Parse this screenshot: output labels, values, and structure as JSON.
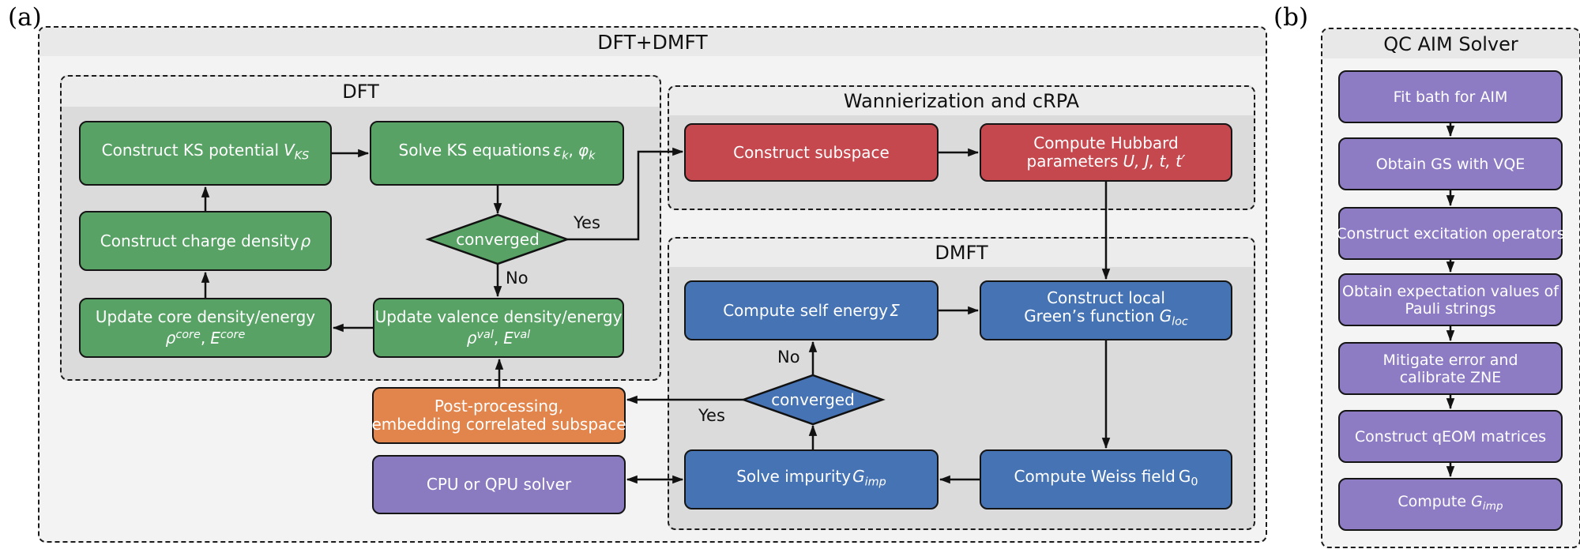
{
  "colors": {
    "green": "#57a264",
    "red": "#c5484f",
    "blue": "#4673b4",
    "orange": "#e2854d",
    "purple_a": "#8a7ac0",
    "purple_b": "#8d7cc4",
    "section_body": "#dbdbdb",
    "section_strip": "#ececec",
    "outer_body": "#f3f3f3",
    "outer_strip": "#e9e9e9"
  },
  "panel_a": {
    "label": "(a)",
    "title": "DFT+DMFT",
    "dft": {
      "title": "DFT",
      "nodes": {
        "construct_ks": {
          "text": "Construct KS potential",
          "sym": "V",
          "sub": "KS"
        },
        "solve_ks": {
          "text": "Solve KS equations",
          "sym1": "ε",
          "sub1": "k",
          "comma": ",",
          "sym2": "φ",
          "sub2": "k"
        },
        "charge_density": {
          "text": "Construct charge density",
          "sym": "ρ"
        },
        "update_core": {
          "line1": "Update core density/energy",
          "sym1": "ρ",
          "sup1": "core",
          "comma": ",",
          "sym2": "E",
          "sup2": "core"
        },
        "update_valence": {
          "line1": "Update valence density/energy",
          "sym1": "ρ",
          "sup1": "val",
          "comma": ",",
          "sym2": "E",
          "sup2": "val"
        },
        "converged": "converged",
        "yes": "Yes",
        "no": "No"
      }
    },
    "wannierization": {
      "title": "Wannierization and cRPA",
      "nodes": {
        "construct_subspace": "Construct subspace",
        "compute_hubbard": {
          "line1": "Compute Hubbard",
          "line2": "parameters",
          "params": "U, J, t, t′"
        }
      }
    },
    "dmft": {
      "title": "DMFT",
      "nodes": {
        "self_energy": {
          "text": "Compute self energy",
          "sym": "Σ"
        },
        "greens_function": {
          "line1": "Construct local",
          "line2": "Green’s function",
          "sym": "G",
          "sub": "loc"
        },
        "weiss_field": {
          "text": "Compute Weiss field",
          "sym": "G",
          "sub": "0"
        },
        "solve_impurity": {
          "text": "Solve impurity",
          "sym": "G",
          "sub": "imp"
        },
        "converged": "converged",
        "yes": "Yes",
        "no": "No"
      }
    },
    "misc": {
      "post_processing": {
        "line1": "Post-processing,",
        "line2": "embedding correlated subspace"
      },
      "solver": "CPU or QPU solver"
    }
  },
  "panel_b": {
    "label": "(b)",
    "title": "QC AIM Solver",
    "steps": {
      "q1": {
        "line1": "Fit bath for AIM"
      },
      "q2": {
        "line1": "Obtain GS with VQE"
      },
      "q3": {
        "line1": "Construct excitation operators"
      },
      "q4": {
        "line1": "Obtain expectation values of",
        "line2": "Pauli strings"
      },
      "q5": {
        "line1": "Mitigate error and",
        "line2": "calibrate ZNE"
      },
      "q6": {
        "line1": "Construct qEOM matrices"
      },
      "q7": {
        "text": "Compute",
        "sym": "G",
        "sub": "imp"
      }
    }
  }
}
